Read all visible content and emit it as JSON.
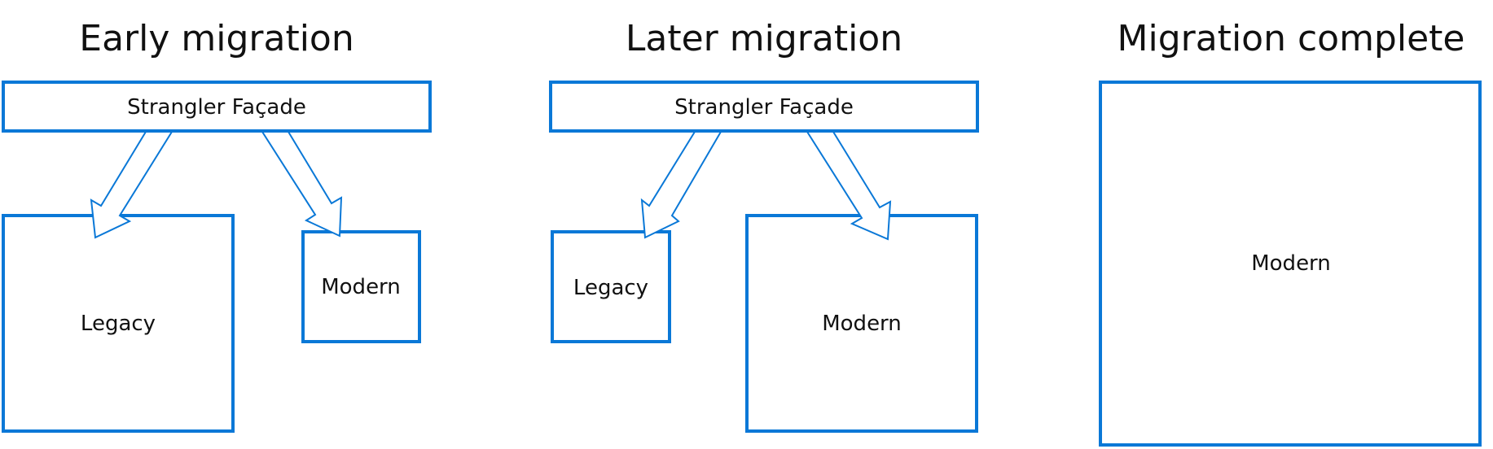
{
  "colors": {
    "accent": "#0a78d7",
    "text": "#111111",
    "background": "#ffffff"
  },
  "panels": [
    {
      "title": "Early migration",
      "facade_label": "Strangler Façade",
      "legacy_label": "Legacy",
      "modern_label": "Modern"
    },
    {
      "title": "Later migration",
      "facade_label": "Strangler Façade",
      "legacy_label": "Legacy",
      "modern_label": "Modern"
    },
    {
      "title": "Migration complete",
      "modern_label": "Modern"
    }
  ]
}
